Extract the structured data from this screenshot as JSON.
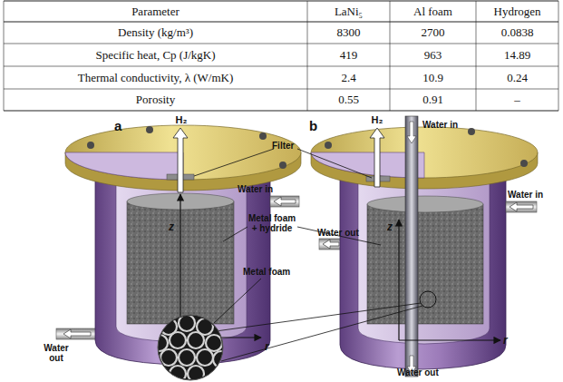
{
  "diagram": {
    "labels": [
      "Parameter",
      "LaNi₅",
      "Al foam",
      "Hydrogen",
      "Density (kg/m³)",
      "8300",
      "2700",
      "0.0838",
      "Specific heat, Cp (J/kgK)",
      "419",
      "963",
      "14.89",
      "Thermal conductivity, λ (W/mK)",
      "2.4",
      "10.9",
      "0.24",
      "Porosity",
      "0.55",
      "0.91",
      "–",
      "a",
      "b",
      "H₂",
      "H₂",
      "Filter",
      "Water in",
      "Water in",
      "Water in",
      "Metal foam + hydride",
      "z",
      "z",
      "r",
      "r",
      "Water out",
      "Water out",
      "Water out",
      "Metal foam"
    ]
  }
}
